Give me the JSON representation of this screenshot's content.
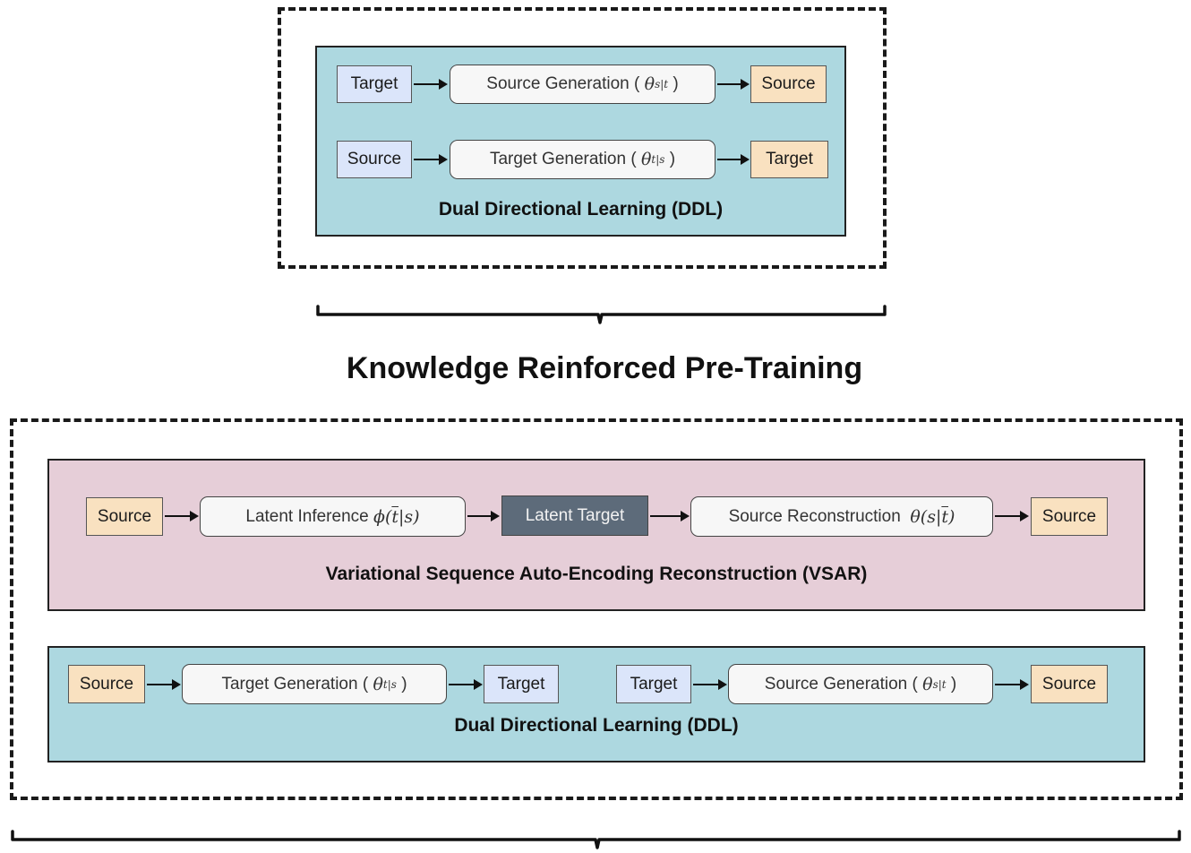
{
  "top_section": {
    "title": "Knowledge Reinforced Pre-Training",
    "ddl_panel": {
      "label": "Dual Directional Learning (DDL)",
      "row1": {
        "input": "Target",
        "process": "Source Generation (",
        "param_symbol": "θ",
        "param_subscript": "s|t",
        "process_close": ")",
        "output": "Source"
      },
      "row2": {
        "input": "Source",
        "process": "Target Generation (",
        "param_symbol": "θ",
        "param_subscript": "t|s",
        "process_close": ")",
        "output": "Target"
      }
    }
  },
  "bottom_section": {
    "vsar_panel": {
      "label": "Variational Sequence Auto-Encoding Reconstruction (VSAR)",
      "input": "Source",
      "inference_text": "Latent Inference",
      "inference_math_pre": "ϕ(",
      "inference_math_bar": "t",
      "inference_math_post": "|s)",
      "latent": "Latent Target",
      "reconstruction_text": "Source Reconstruction",
      "reconstruction_math_pre": "θ(s|",
      "reconstruction_math_bar": "t",
      "reconstruction_math_post": ")",
      "output": "Source"
    },
    "ddl_panel": {
      "label": "Dual Directional Learning (DDL)",
      "left": {
        "input": "Source",
        "process": "Target Generation (",
        "param_symbol": "θ",
        "param_subscript": "t|s",
        "process_close": ")",
        "output": "Target"
      },
      "right": {
        "input": "Target",
        "process": "Source Generation (",
        "param_symbol": "θ",
        "param_subscript": "s|t",
        "process_close": ")",
        "output": "Source"
      }
    }
  },
  "colors": {
    "ddl_background": "#add8e0",
    "vsar_background": "#e6ced8",
    "source_box": "#f9e1c0",
    "target_box": "#dbe5fa",
    "latent_box": "#5d6b7a"
  }
}
